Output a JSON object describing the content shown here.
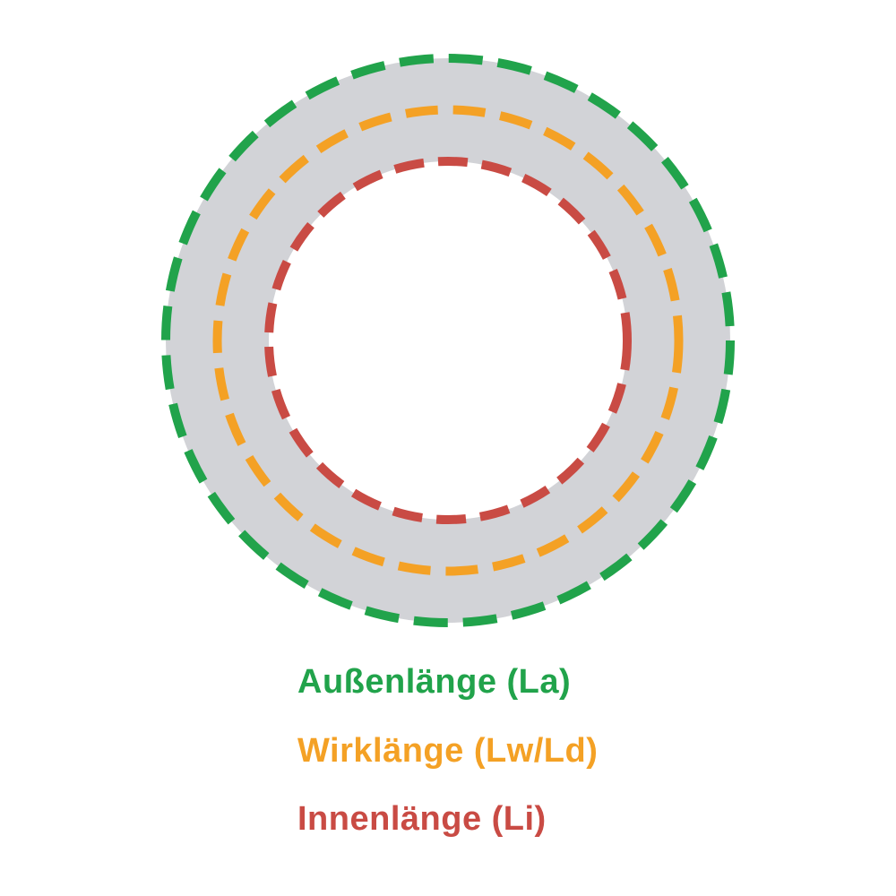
{
  "colors": {
    "ring": "#d2d3d7",
    "outer": "#21a34b",
    "effective": "#f4a125",
    "inner": "#c94b44"
  },
  "labels": {
    "outer": "Außenlänge (La)",
    "effective": "Wirklänge (Lw/Ld)",
    "inner": "Innenlänge (Li)"
  }
}
